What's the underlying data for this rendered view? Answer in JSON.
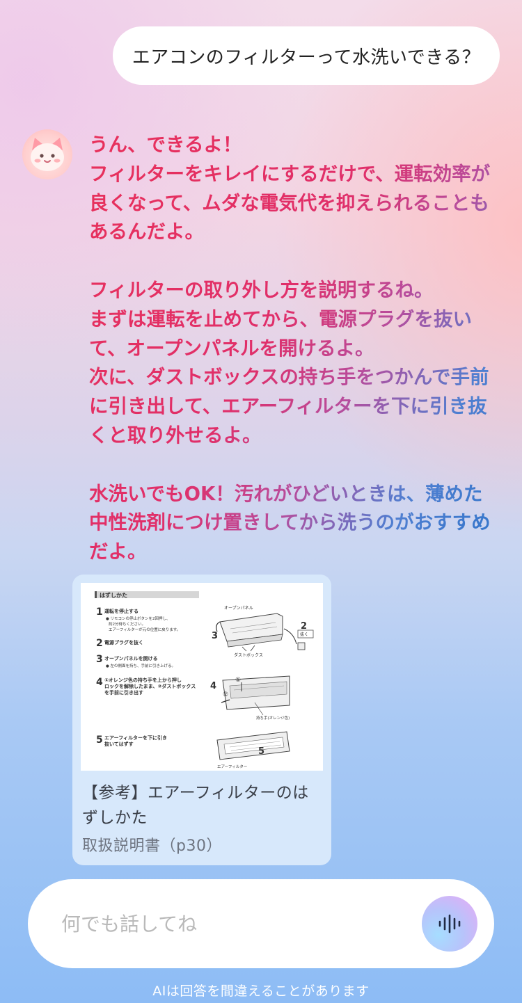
{
  "user_message": "エアコンのフィルターって水洗いできる？",
  "assistant": {
    "avatar": "cat-avatar-icon",
    "reply": "うん、できるよ！\nフィルターをキレイにするだけで、運転効率が良くなって、ムダな電気代を抑えられることもあるんだよ。\n\nフィルターの取り外し方を説明するね。\nまずは運転を止めてから、電源プラグを抜いて、オープンパネルを開けるよ。\n次に、ダストボックスの持ち手をつかんで手前に引き出して、エアーフィルターを下に引き抜くと取り外せるよ。\n\n水洗いでもOK！汚れがひどいときは、薄めた中性洗剤につけ置きしてから洗うのがおすすめだよ。"
  },
  "reference": {
    "title": "【参考】エアーフィルターのはずしかた",
    "source": "取扱説明書（p30）",
    "manual": {
      "header": "はずしかた",
      "steps": [
        {
          "num": "1",
          "title": "運転を停止する",
          "notes": [
            "● リモコンの停止ボタンを2回押し、",
            "約2分待ちください。",
            "エアーフィルターが元の位置に戻ります。"
          ]
        },
        {
          "num": "2",
          "title": "電源プラグを抜く",
          "notes": []
        },
        {
          "num": "3",
          "title": "オープンパネルを開ける",
          "notes": [
            "● 左の側面を持ち、手前に引き上げる。"
          ]
        },
        {
          "num": "4",
          "title": "①オレンジ色の持ち手を上から押し",
          "notes": [
            "ロックを解除したまま、②ダストボックス",
            "を手前に引き出す"
          ]
        },
        {
          "num": "5",
          "title": "エアーフィルターを下に引き",
          "notes": [
            "抜いてはずす"
          ]
        }
      ],
      "labels": {
        "open_panel": "オープンパネル",
        "dust_box": "ダストボックス",
        "unplug_num": "2",
        "unplug": "抜く",
        "handle": "持ち手(オレンジ色)",
        "air_filter": "エアーフィルター",
        "step3": "3",
        "step4": "4",
        "step5": "5",
        "circle1": "①",
        "circle2": "②"
      }
    }
  },
  "composer": {
    "placeholder": "何でも話してね",
    "voice_icon": "voice-wave-icon"
  },
  "disclaimer": "AIは回答を間違えることがあります",
  "colors": {
    "reply_gradient_start": "#e8305a",
    "reply_gradient_end": "#2f74c9",
    "reference_card": "#d7e8fb"
  }
}
